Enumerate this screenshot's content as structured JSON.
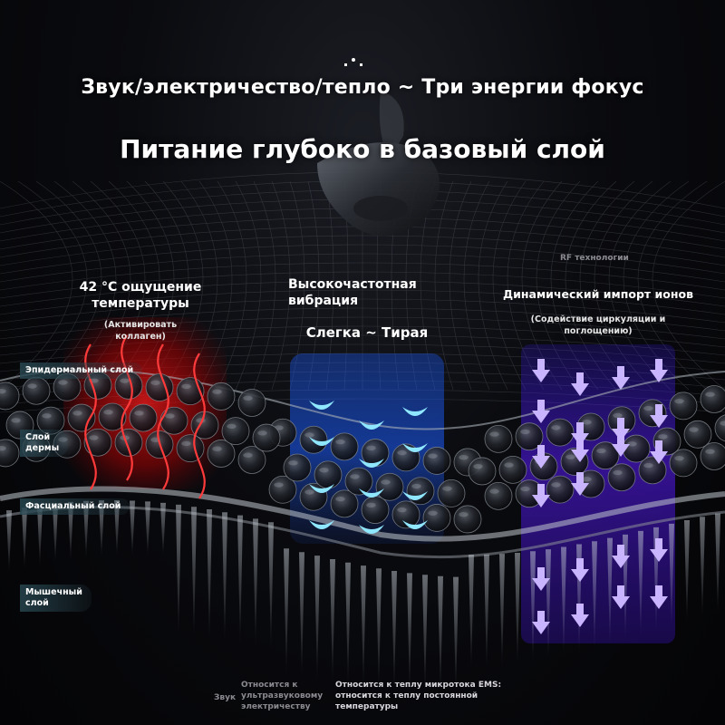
{
  "header": {
    "title": "Звук/электричество/тепло ~ Три энергии фокус",
    "subtitle": "Питание глубоко в базовый слой"
  },
  "features": {
    "heat": {
      "title_line1": "42 °C ощущение",
      "title_line2": "температуры",
      "sub_line1": "(Активировать",
      "sub_line2": "коллаген)",
      "color": "#ff2a2a"
    },
    "vibration": {
      "title_line1": "Высокочастотная",
      "title_line2": "вибрация",
      "mode": "Слегка ~ Тирая",
      "color": "#39c8ff"
    },
    "ions": {
      "tech_label": "RF технологии",
      "title": "Динамический импорт ионов",
      "sub_line1": "(Содействие циркуляции и",
      "sub_line2": "поглощению)",
      "color": "#8a5cff"
    }
  },
  "layers": {
    "epidermal": "Эпидермальный слой",
    "dermis_line1": "Слой",
    "dermis_line2": "дермы",
    "fascial": "Фасциальный слой",
    "muscle_line1": "Мышечный",
    "muscle_line2": "слой"
  },
  "footer": {
    "sound_label": "Звук",
    "col1_line1": "Относится к",
    "col1_line2": "ультразвуковому",
    "col1_line3": "электричеству",
    "col2_line1": "Относится к теплу микротока EMS:",
    "col2_line2": "относится к теплу постоянной",
    "col2_line3": "температуры"
  }
}
